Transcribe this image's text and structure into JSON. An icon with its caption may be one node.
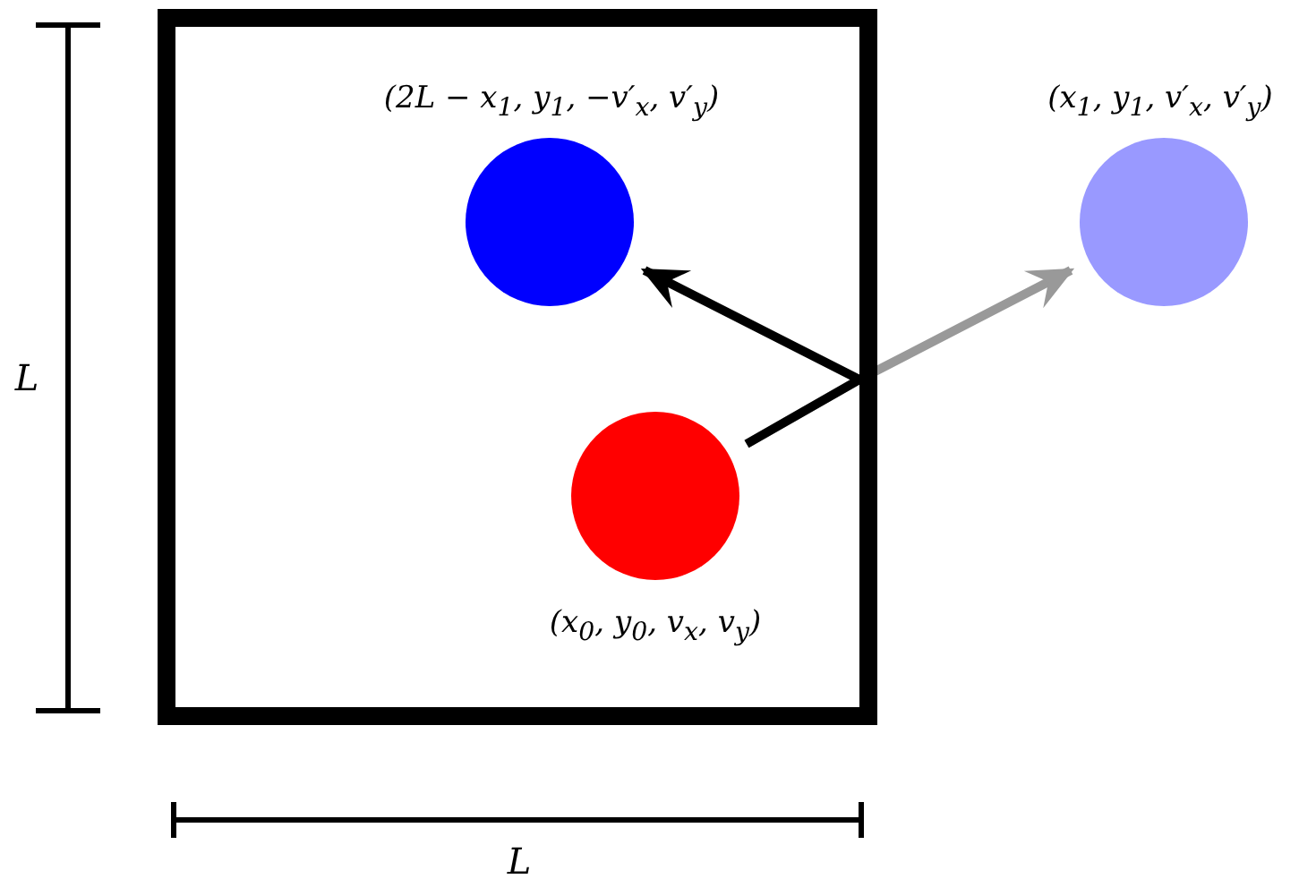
{
  "diagram": {
    "nodes": [
      {
        "text": [],
        "shape": "box"
      },
      {
        "text": [
          "(2L − x$_{1}$, y$_{1}$, −v′$_{x}$, v′$_{y}$)"
        ],
        "in": 0
      },
      {
        "text": [
          "(x$_{0}$, y$_{0}$, v$_{x}$, v$_{y}$)"
        ],
        "in": 0
      },
      {
        "text": [
          "(x$_{1}$, y$_{1}$, v′$_{x}$, v′$_{y}$)"
        ]
      }
    ],
    "edges": [
      {
        "from": 2,
        "to": 1,
        "arrow": "to"
      },
      {
        "from": 2,
        "to": 3,
        "arrow": "to",
        "color": "#999999"
      }
    ],
    "labels": [
      "L",
      "L"
    ]
  }
}
